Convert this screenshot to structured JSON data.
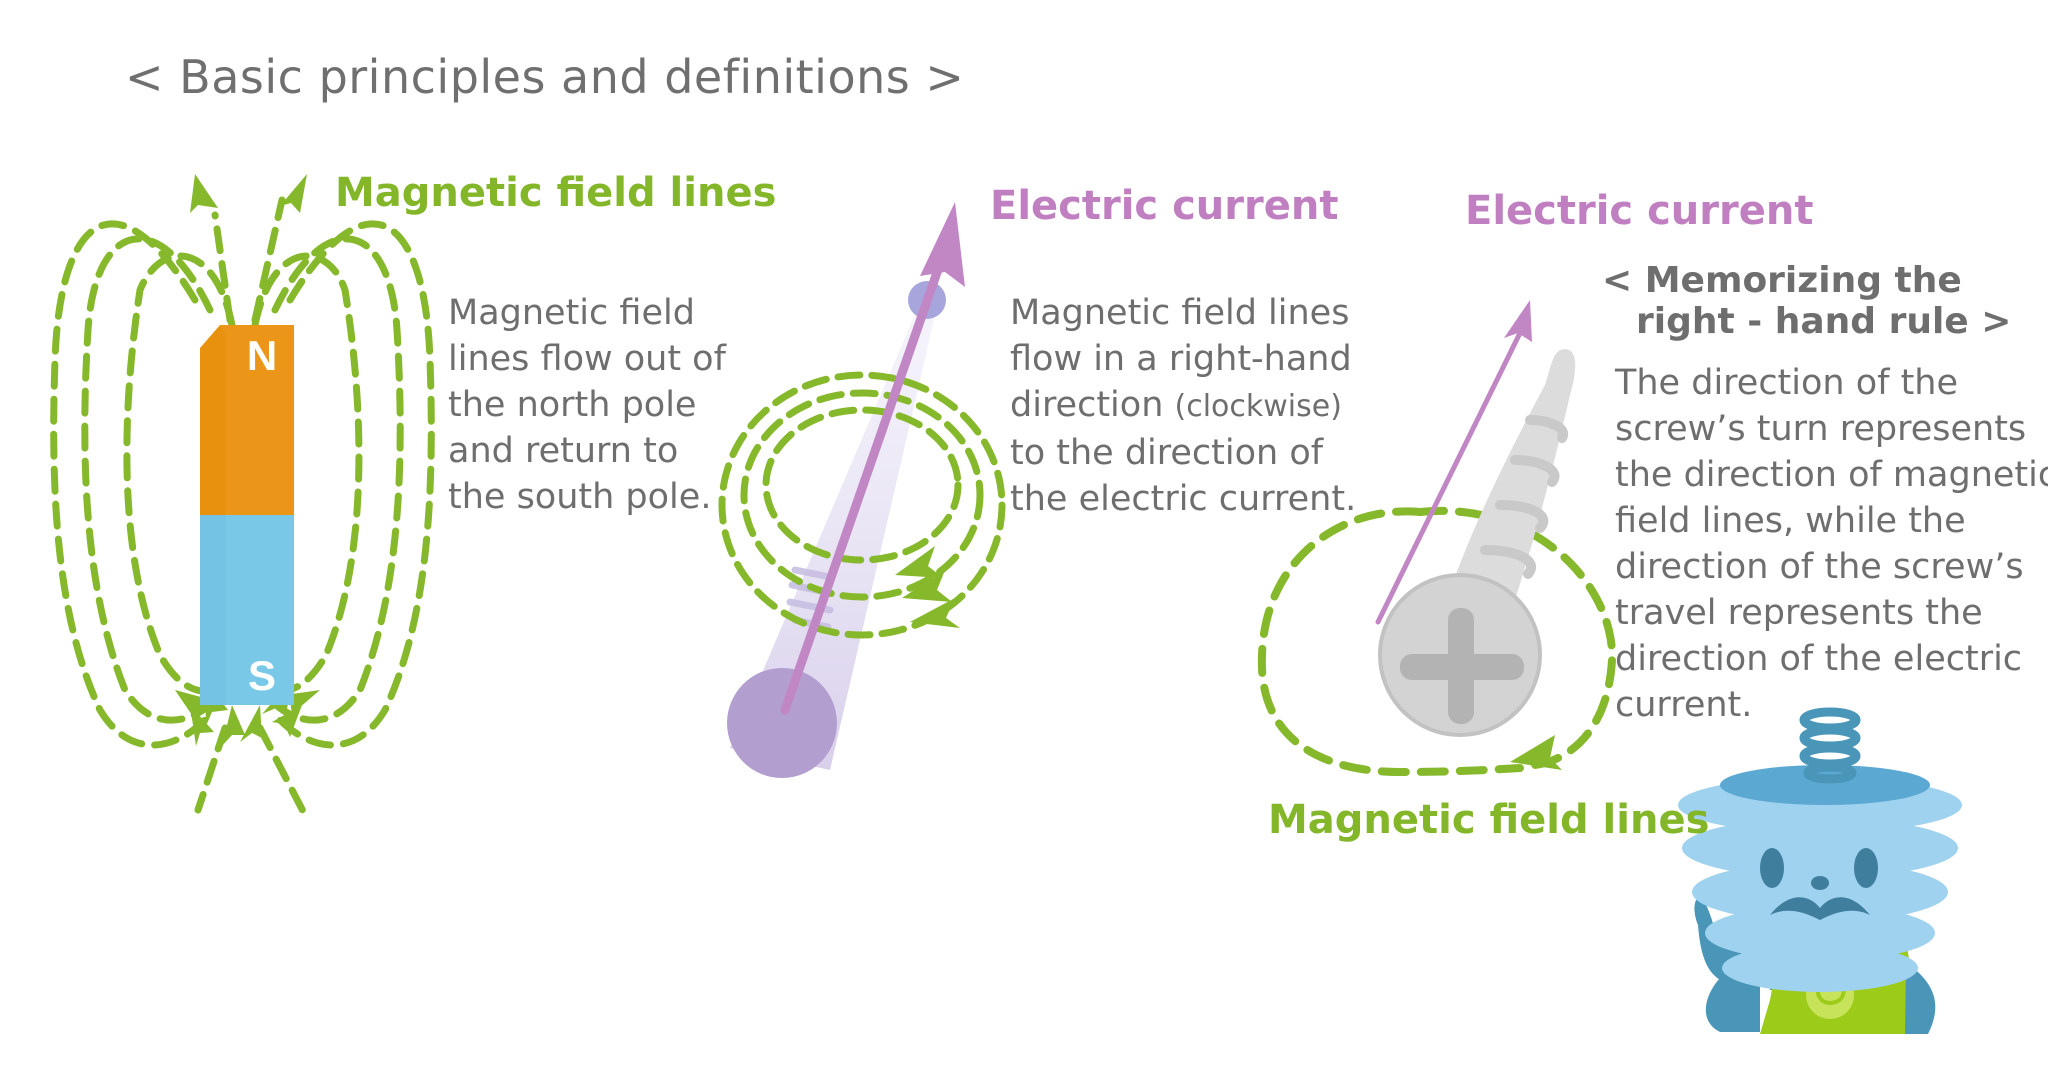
{
  "title": "< Basic principles and definitions >",
  "colors": {
    "field_green": "#86b82b",
    "current_purple": "#c187c4",
    "north_orange": "#ec8f14",
    "south_blue": "#74c3e4",
    "text_gray": "#6e6e6e"
  },
  "magnet": {
    "heading": "Magnetic field lines",
    "north_label": "N",
    "south_label": "S",
    "description": [
      "Magnetic field",
      "lines flow out of",
      "the north pole",
      "and return to",
      "the south pole."
    ]
  },
  "wire": {
    "heading": "Electric current",
    "description": {
      "line1": "Magnetic field lines",
      "line2": "flow in a right-hand",
      "line3a": "direction ",
      "line3b": "(clockwise)",
      "line4": "to the direction of",
      "line5": "the electric current."
    }
  },
  "screw": {
    "heading_current": "Electric current",
    "heading_field": "Magnetic field lines",
    "memo_title": [
      "< Memorizing the",
      "right - hand rule >"
    ],
    "description": [
      "The direction of the",
      "screw’s turn represents",
      "the direction of magnetic",
      "field lines, while the",
      "direction of the screw’s",
      "travel represents the",
      "direction of the electric",
      "current."
    ]
  },
  "icons": [
    "bar-magnet-icon",
    "current-wire-icon",
    "screw-icon",
    "screw-mascot-icon"
  ]
}
